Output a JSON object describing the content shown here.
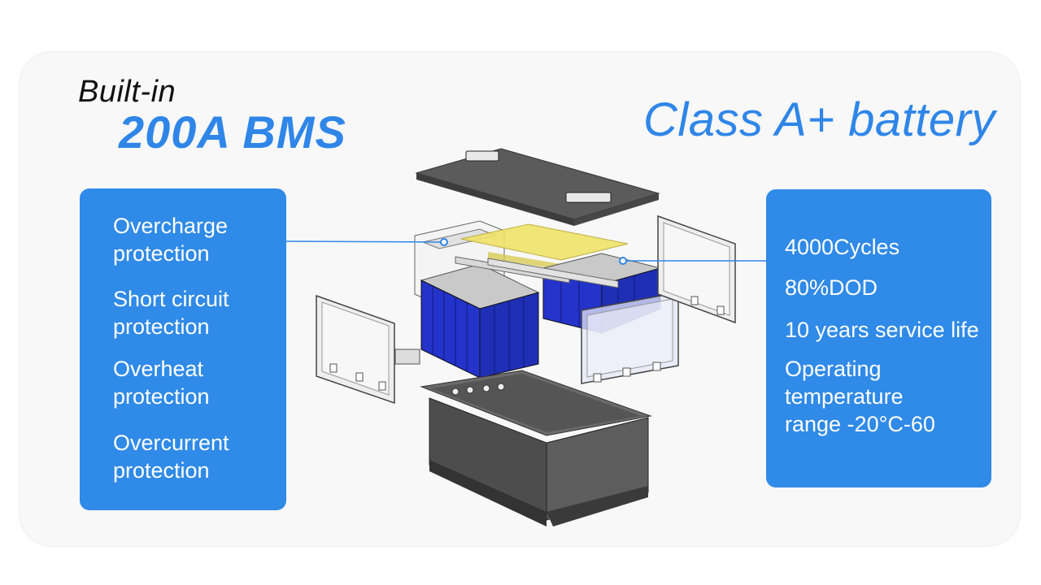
{
  "header": {
    "built_in": "Built-in",
    "bms": "200A BMS",
    "battery_class": "Class A+ battery"
  },
  "left_panel": {
    "items": [
      "Overcharge\nprotection",
      "Short circuit\nprotection",
      "Overheat\nprotection",
      "Overcurrent\nprotection"
    ]
  },
  "right_panel": {
    "items": [
      "4000Cycles",
      "80%DOD",
      "10 years service life",
      "Operating\ntemperature\nrange -20°C-60"
    ]
  },
  "colors": {
    "accent": "#2f86e8",
    "panel": "#2f8ae8",
    "cell_blue": "#2433c9",
    "casing": "#555555",
    "pcb": "#f0e36a"
  }
}
